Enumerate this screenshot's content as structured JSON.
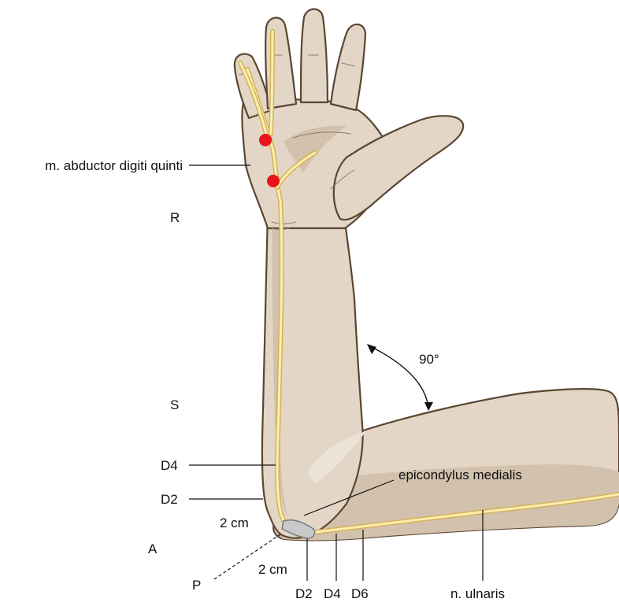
{
  "labels": {
    "muscle": "m. abductor digiti quinti",
    "R": "R",
    "S": "S",
    "D4_left": "D4",
    "D2_left": "D2",
    "cm_upper": "2 cm",
    "A": "A",
    "P": "P",
    "cm_lower": "2 cm",
    "D2_bottom": "D2",
    "D4_bottom": "D4",
    "D6_bottom": "D6",
    "nerve": "n. ulnaris",
    "epicondyle": "epicondylus medialis",
    "angle": "90°"
  },
  "colors": {
    "skin": "#e3d6c6",
    "skin_outline": "#5a4632",
    "nerve": "#fbeeb0",
    "electrode": "#e8141c"
  }
}
